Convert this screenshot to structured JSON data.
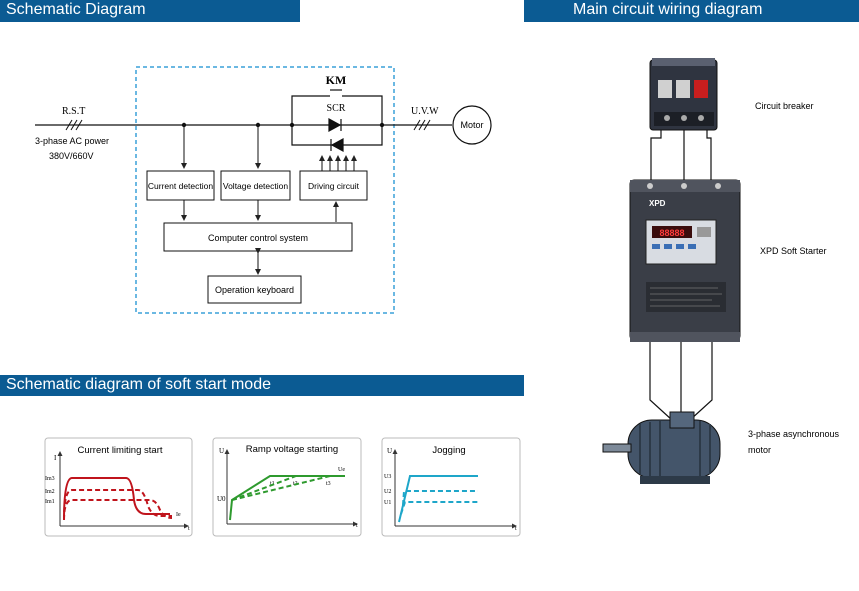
{
  "headers": {
    "schematic": "Schematic Diagram",
    "wiring": "Main circuit wiring diagram",
    "soft_start": "Schematic diagram of soft start mode"
  },
  "schematic": {
    "km": "KM",
    "scr": "SCR",
    "rst": "R.S.T",
    "uvw": "U.V.W",
    "motor": "Motor",
    "power_line1": "3-phase AC power",
    "power_line2": "380V/660V",
    "current_detection": "Current detection",
    "voltage_detection": "Voltage detection",
    "driving_circuit": "Driving circuit",
    "computer_control": "Computer control system",
    "operation_keyboard": "Operation keyboard"
  },
  "wiring": {
    "circuit_breaker": "Circuit breaker",
    "soft_starter": "XPD Soft Starter",
    "brand": "XPD",
    "display": "88888",
    "motor_line1": "3-phase asynchronous",
    "motor_line2": "motor"
  },
  "modes": {
    "current": {
      "title": "Current limiting start",
      "y_axis": "I",
      "x_axis": "t",
      "levels": [
        "Im3",
        "Im2",
        "Im1"
      ],
      "end_label": "Ie"
    },
    "ramp": {
      "title": "Ramp voltage starting",
      "y_axis": "U",
      "x_axis": "t",
      "start_label": "U0",
      "end_label": "Ue",
      "times": [
        "t1",
        "t2",
        "t3"
      ]
    },
    "jog": {
      "title": "Jogging",
      "y_axis": "U",
      "x_axis": "t",
      "levels": [
        "U3",
        "U2",
        "U1"
      ]
    }
  },
  "colors": {
    "banner": "#0b5b93",
    "dashed_border": "#3aa0d8",
    "current_curve": "#c0141c",
    "ramp_curve": "#2e9a2e",
    "jog_curve": "#1ea6c9"
  }
}
